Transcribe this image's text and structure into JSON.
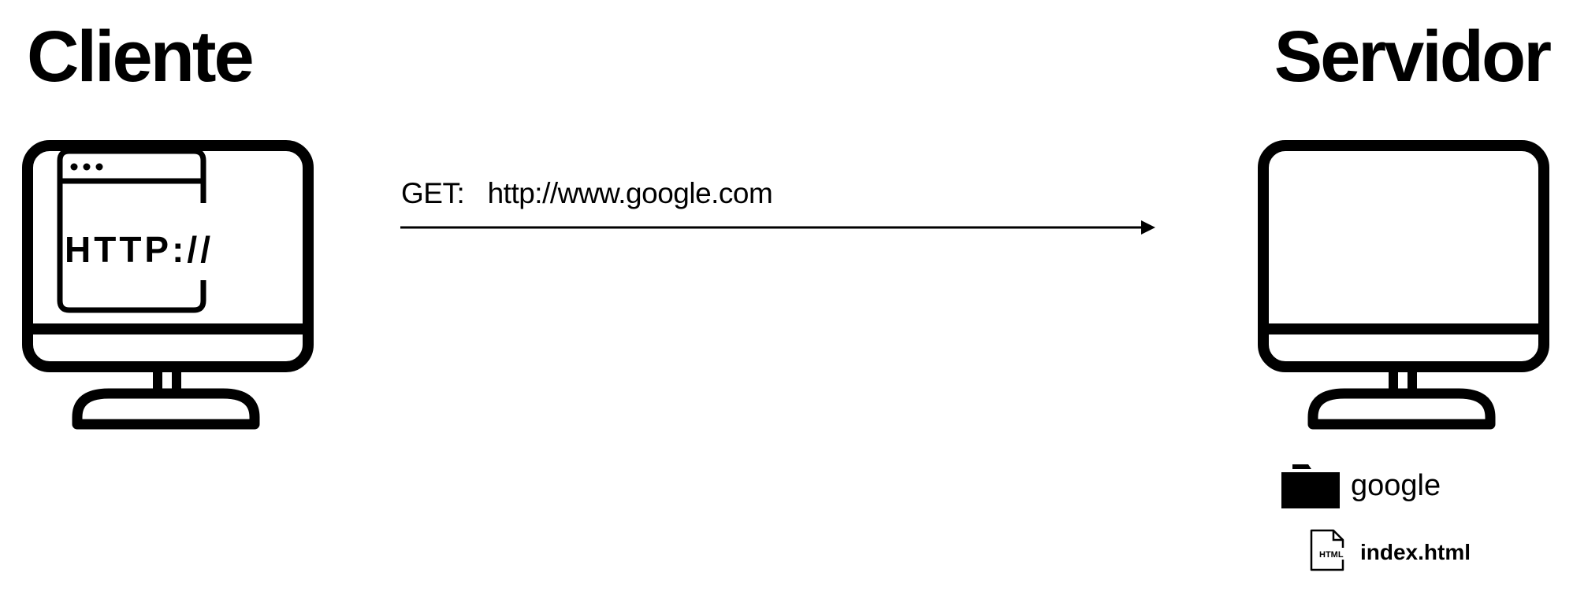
{
  "client": {
    "title": "Cliente",
    "browser_text": "HTTP://"
  },
  "server": {
    "title": "Servidor",
    "folder_label": "google",
    "file_label": "index.html",
    "file_badge": "HTML"
  },
  "request": {
    "method": "GET:",
    "url": "http://www.google.com",
    "direction": "cliente-to-servidor"
  },
  "icons": {
    "client": "desktop-monitor-icon",
    "browser": "browser-window-icon",
    "server": "desktop-monitor-icon",
    "folder": "folder-icon",
    "file": "html-file-icon",
    "arrow": "arrow-right-icon"
  },
  "colors": {
    "foreground": "#000000",
    "background": "#ffffff"
  }
}
